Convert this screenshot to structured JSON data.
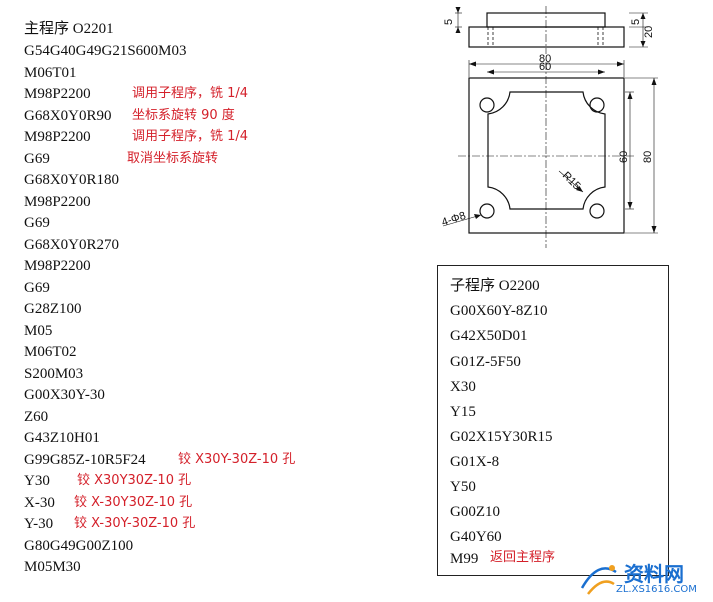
{
  "main_program": {
    "lines": [
      "主程序 O2201",
      "G54G40G49G21S600M03",
      "M06T01",
      "M98P2200",
      "G68X0Y0R90",
      "M98P2200",
      "G69",
      "G68X0Y0R180",
      "M98P2200",
      "G69",
      "G68X0Y0R270",
      "M98P2200",
      "G69",
      "G28Z100",
      "M05",
      "M06T02",
      "S200M03",
      "G00X30Y-30",
      "Z60",
      "G43Z10H01",
      "G99G85Z-10R5F24",
      "Y30",
      "X-30",
      "Y-30",
      "G80G49G00Z100",
      "M05M30"
    ],
    "comments": [
      "调用子程序，铣 1/4",
      "坐标系旋转 90 度",
      "调用子程序，铣 1/4",
      "取消坐标系旋转",
      "铰 X30Y-30Z-10 孔",
      "铰 X30Y30Z-10 孔",
      "铰 X-30Y30Z-10 孔",
      "铰 X-30Y-30Z-10 孔"
    ]
  },
  "sub_program": {
    "lines": [
      "子程序 O2200",
      "G00X60Y-8Z10",
      "G42X50D01",
      "G01Z-5F50",
      "X30",
      "Y15",
      "G02X15Y30R15",
      "G01X-8",
      "Y50",
      "G00Z10",
      "G40Y60",
      "M99"
    ],
    "return_comment": "返回主程序"
  },
  "drawing": {
    "dimensions": {
      "top_height_5": "5",
      "top_total_20": "20",
      "width_60": "60",
      "width_80": "80",
      "height_60": "60",
      "height_80": "80",
      "radius": "R15",
      "holes": "4-Φ8"
    }
  },
  "watermark": {
    "title": "资料网",
    "url": "ZL.XS1616.COM"
  }
}
